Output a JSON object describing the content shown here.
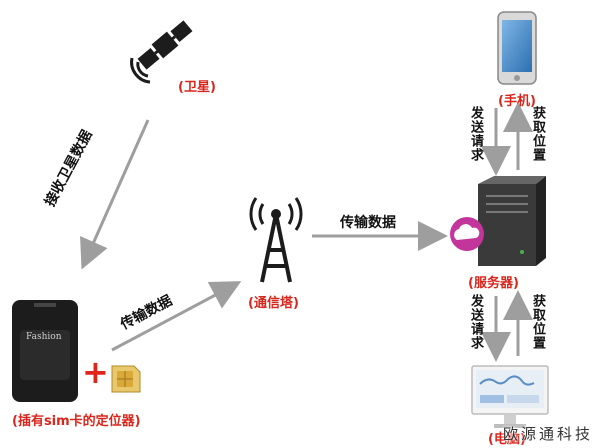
{
  "nodes": {
    "satellite": "(卫星)",
    "phone": "(手机)",
    "tower": "(通信塔)",
    "server": "(服务器)",
    "tracker": "(插有sim卡的定位器)",
    "monitor": "(电脑)",
    "tracker_brand": "Fashion"
  },
  "edges": {
    "receive_satellite_data": "接收卫星数据",
    "transmit_data_1": "传输数据",
    "transmit_data_2": "传输数据",
    "send_request_1": "发送请求",
    "get_location_1": "获取位置",
    "send_request_2": "发送请求",
    "get_location_2": "获取位置"
  },
  "symbols": {
    "plus": "+"
  },
  "watermark": "欧源通科技",
  "colors": {
    "accent": "#d9261c",
    "arrow": "#9e9e9e",
    "device": "#1c1c1c",
    "cloud": "#c2369b"
  }
}
